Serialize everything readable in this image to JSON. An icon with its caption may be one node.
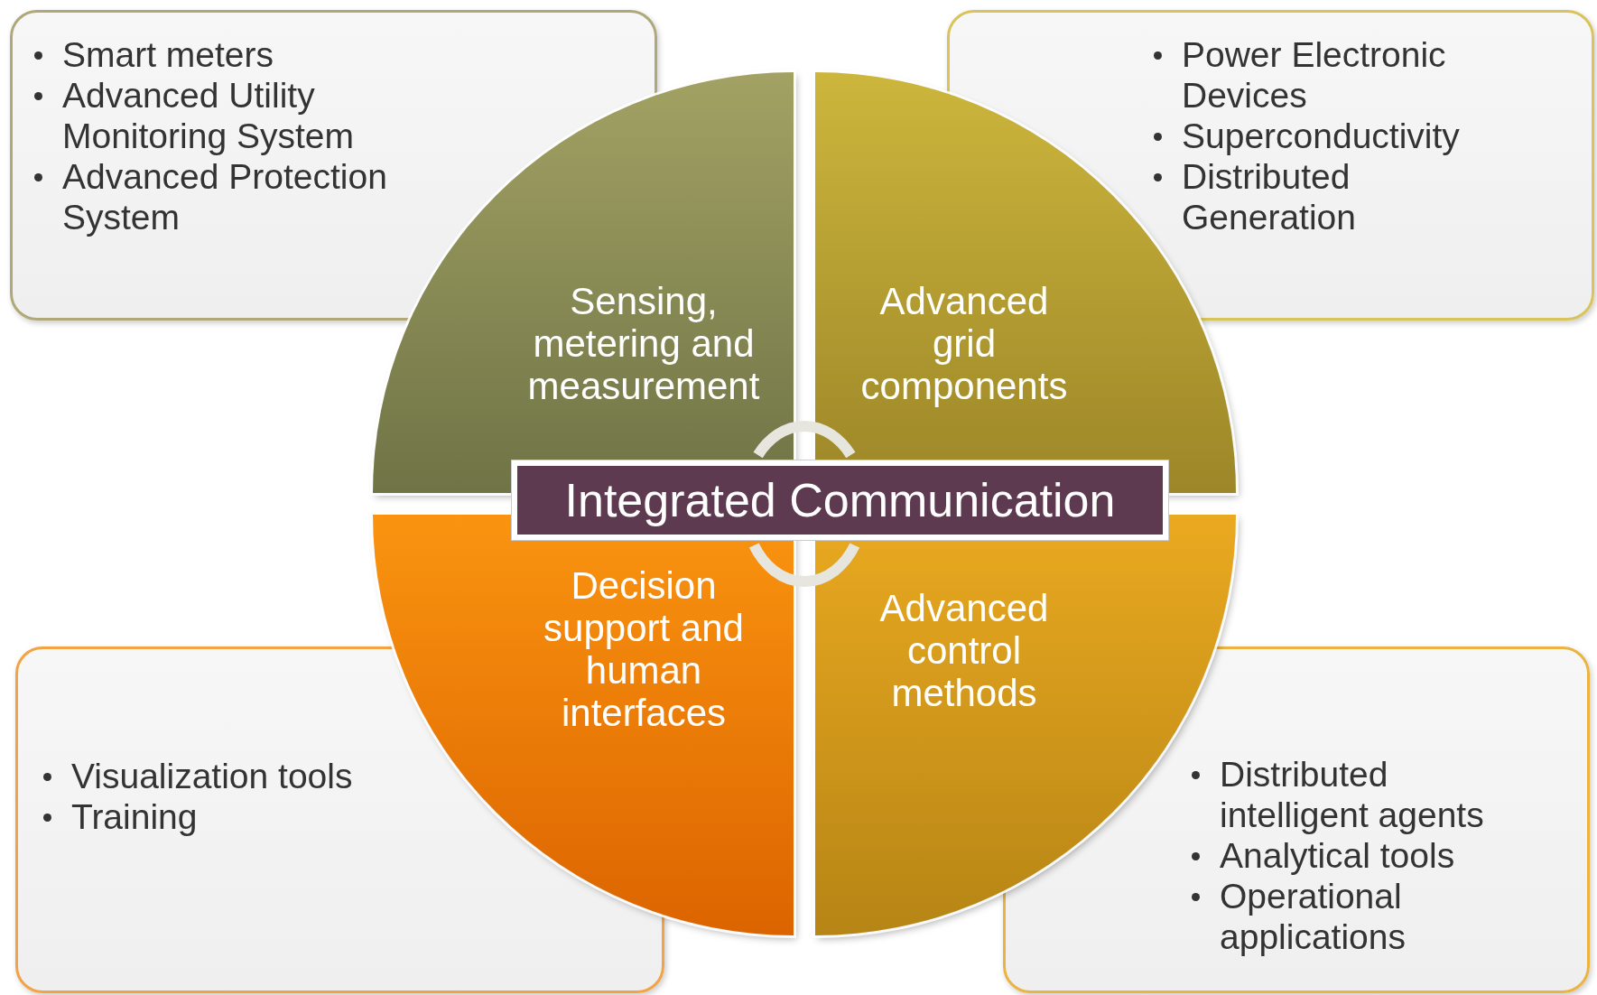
{
  "diagram": {
    "nodes": [
      {
        "text": [
          "Smart meters",
          "Advanced Utility Monitoring System",
          "Advanced Protection System"
        ]
      },
      {
        "text": [
          "Power Electronic Devices",
          "Superconductivity",
          "Distributed Generation"
        ]
      },
      {
        "text": [
          "Sensing, metering and measurement"
        ]
      },
      {
        "text": [
          "Advanced grid components"
        ]
      },
      {
        "text": [],
        "shape": "arc"
      },
      {
        "text": [
          "Integrated Communication"
        ]
      },
      {
        "text": [],
        "shape": "arc"
      },
      {
        "text": [
          "Decision support and human interfaces"
        ]
      },
      {
        "text": [
          "Advanced control methods"
        ]
      },
      {
        "text": [
          "Visualization tools",
          "Training"
        ]
      },
      {
        "text": [
          "Distributed intelligent agents",
          "Analytical tools",
          "Operational applications"
        ]
      }
    ]
  }
}
